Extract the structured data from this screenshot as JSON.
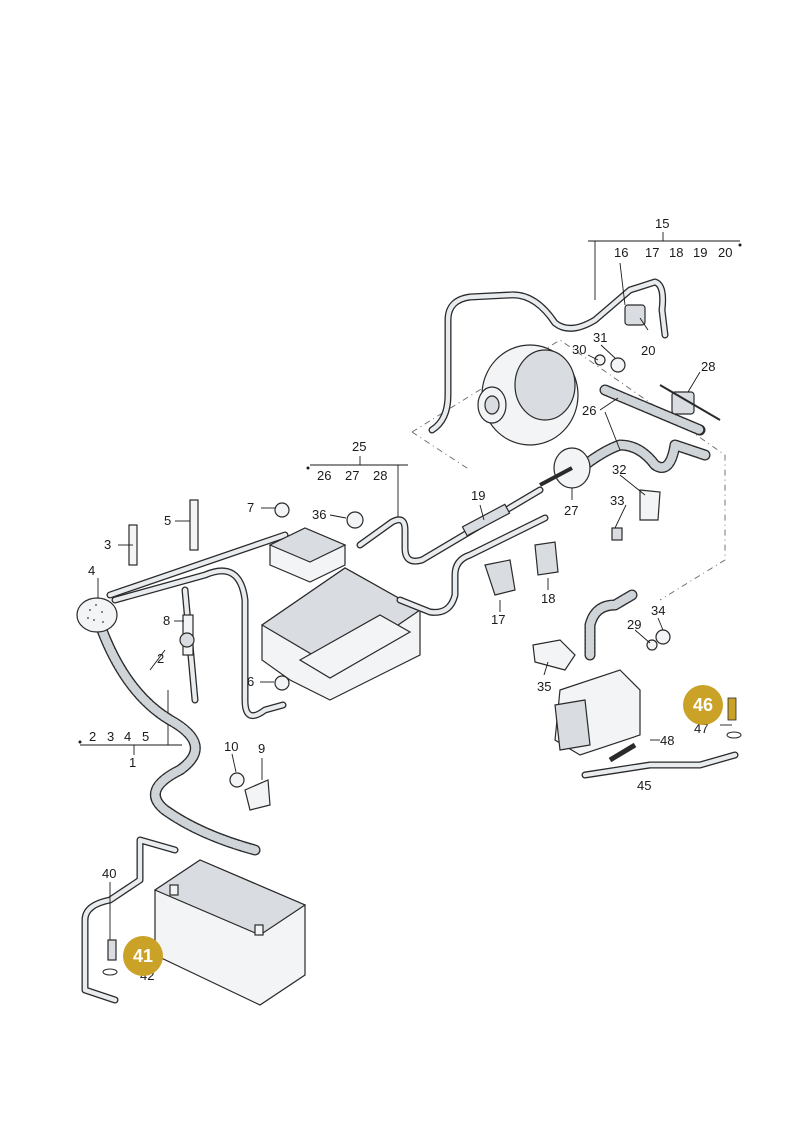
{
  "labels": {
    "l1": "1",
    "l2": "2",
    "l3": "3",
    "l4": "4",
    "l5": "5",
    "l6": "6",
    "l7": "7",
    "l8": "8",
    "l9": "9",
    "l10": "10",
    "l15": "15",
    "l16": "16",
    "l17": "17",
    "l18": "18",
    "l19": "19",
    "l20": "20",
    "l25": "25",
    "l26": "26",
    "l27": "27",
    "l28": "28",
    "l29": "29",
    "l30": "30",
    "l31": "31",
    "l32": "32",
    "l33": "33",
    "l34": "34",
    "l35": "35",
    "l36": "36",
    "l40": "40",
    "l42": "42",
    "l45": "45",
    "l47": "47",
    "l48": "48",
    "grp1_2": "2",
    "grp1_3": "3",
    "grp1_4": "4",
    "grp1_5": "5",
    "grp15_16": "16",
    "grp15_17": "17",
    "grp15_18": "18",
    "grp15_19": "19",
    "grp15_20": "20",
    "grp25_26": "26",
    "grp25_27": "27",
    "grp25_28": "28",
    "l17b": "17",
    "l18b": "18",
    "l20b": "20",
    "l26b": "26",
    "l27b": "27",
    "l28b": "28"
  },
  "badges": {
    "b41": "41",
    "b46": "46"
  },
  "colors": {
    "badge": "#c9a227",
    "line": "#2a2a2a",
    "part_fill": "#f2f4f6"
  }
}
